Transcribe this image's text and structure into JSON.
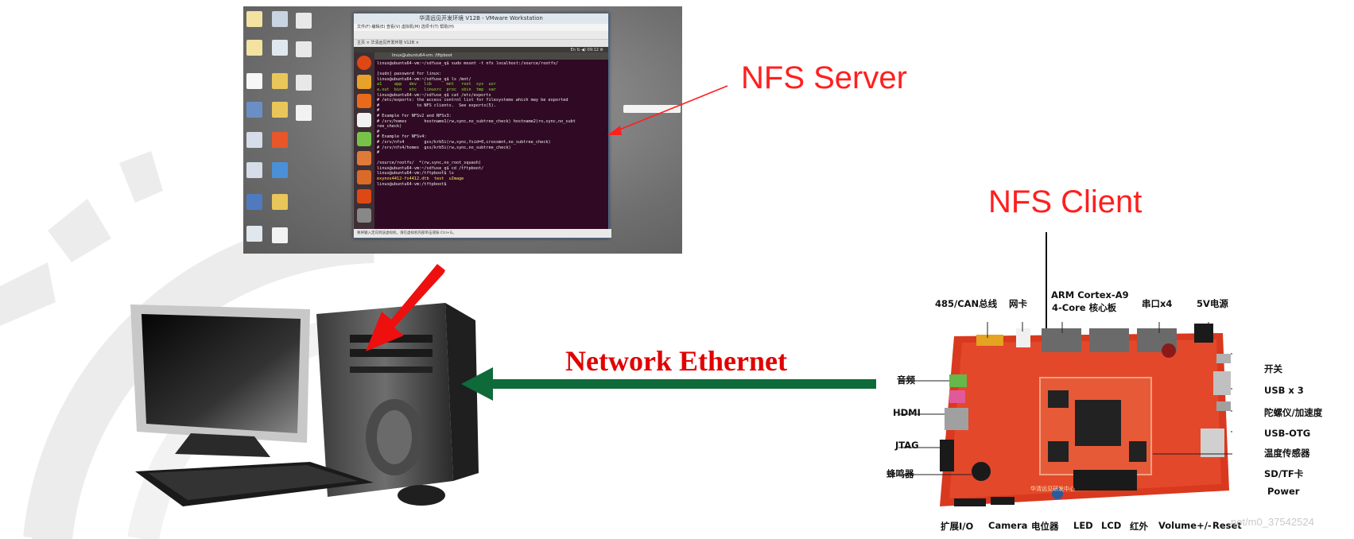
{
  "labels": {
    "nfs_server": "NFS Server",
    "nfs_client": "NFS Client",
    "network": "Network Ethernet"
  },
  "vmware": {
    "title": "华清远见开发环境 V12B - VMware Workstation",
    "menu": "文件(F)  编辑(E)  查看(V)  虚拟机(M)  选项卡(T)  帮助(H)",
    "tabs": "主页   ×  华清远见开发环境 V12B  ×",
    "ubuntu_panel": "En  ⇅  ◀)  09:12  ⚙",
    "terminal_title": "linux@ubuntu64-vm: /tftpboot",
    "status": "要将输入定向到该虚拟机，请在虚拟机内部单击或按 Ctrl+G。",
    "terminal_lines": [
      "linux@ubuntu64-vm:~/sdfuse_q$ sudo mount -t nfs localhost:/source/rootfs/",
      "",
      "[sudo] password for linux:",
      "linux@ubuntu64-vm:~/sdfuse_q$ ls /mnt/",
      "a1     app   dev   lib      mnt   root  sys  usr",
      "a.out  bin   etc   linuxrc  proc  sbin  tmp  var",
      "linux@ubuntu64-vm:~/sdfuse_q$ cat /etc/exports",
      "# /etc/exports: the access control list for filesystems which may be exported",
      "#               to NFS clients.  See exports(5).",
      "#",
      "# Example for NFSv2 and NFSv3:",
      "# /srv/homes       hostname1(rw,sync,no_subtree_check) hostname2(ro,sync,no_subt",
      "ree_check)",
      "#",
      "# Example for NFSv4:",
      "# /srv/nfs4        gss/krb5i(rw,sync,fsid=0,crossmnt,no_subtree_check)",
      "# /srv/nfs4/homes  gss/krb5i(rw,sync,no_subtree_check)",
      "#",
      "",
      "/source/rootfs/  *(rw,sync,no_root_squash)",
      "linux@ubuntu64-vm:~/sdfuse_q$ cd /tftpboot/",
      "linux@ubuntu64-vm:/tftpboot$ ls",
      "exynos4412-fs4412.dtb  test  uImage",
      "linux@ubuntu64-vm:/tftpboot$ "
    ]
  },
  "board": {
    "top_labels": [
      "485/CAN总线",
      "网卡",
      "ARM Cortex-A9",
      "4-Core 核心板",
      "串口x4",
      "5V电源"
    ],
    "left_labels": [
      "音频",
      "HDMI",
      "JTAG",
      "蜂鸣器"
    ],
    "right_labels": [
      "开关",
      "USB x 3",
      "陀螺仪/加速度",
      "USB-OTG",
      "温度传感器",
      "SD/TF卡",
      "Power"
    ],
    "bottom_labels": [
      "扩展I/O",
      "Camera",
      "电位器",
      "LED",
      "LCD",
      "红外",
      "Volume+/-",
      "Reset"
    ],
    "silk_text": "华清远见研发中心"
  },
  "watermark": "net/m0_37542524",
  "colors": {
    "label_red": "#ff1f1f",
    "green_arrow": "#0f6a3a",
    "red_arrow": "#ee0f0f",
    "board_red": "#d9391f"
  }
}
